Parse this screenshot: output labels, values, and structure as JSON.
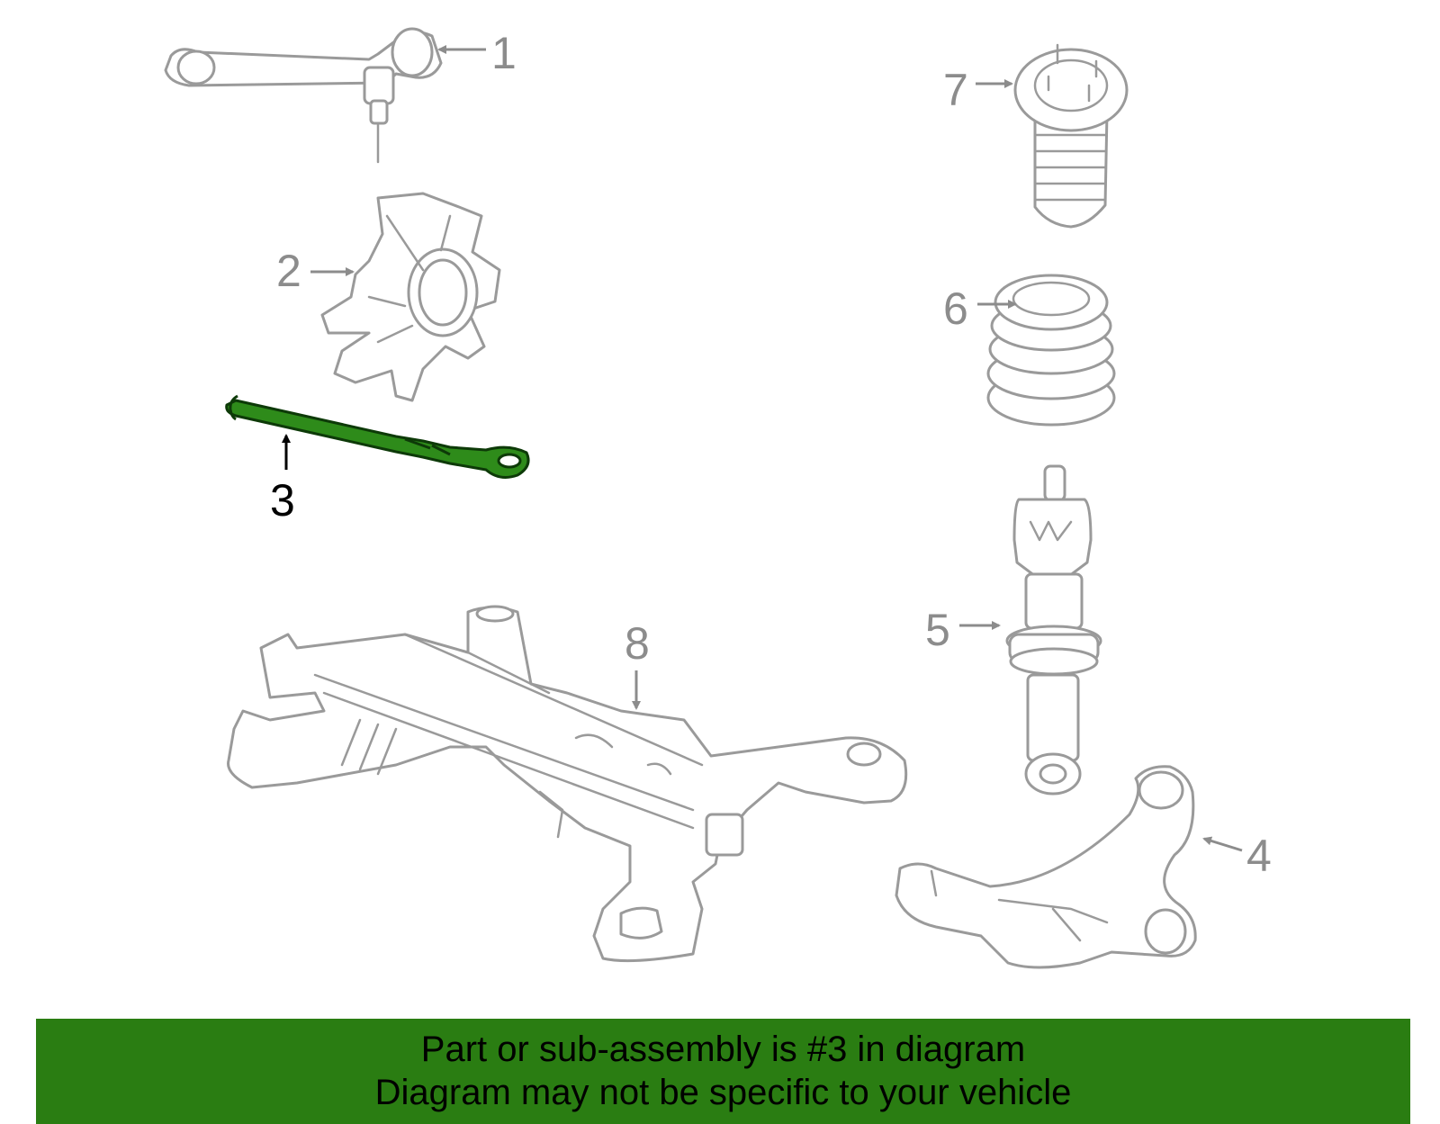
{
  "diagram": {
    "callouts": [
      {
        "id": 1,
        "label": "1"
      },
      {
        "id": 2,
        "label": "2"
      },
      {
        "id": 3,
        "label": "3"
      },
      {
        "id": 4,
        "label": "4"
      },
      {
        "id": 5,
        "label": "5"
      },
      {
        "id": 6,
        "label": "6"
      },
      {
        "id": 7,
        "label": "7"
      },
      {
        "id": 8,
        "label": "8"
      }
    ],
    "highlighted_part": 3,
    "colors": {
      "highlight": "#2e8b1a",
      "banner": "#2a7d12",
      "line_art": "#9a9a9a"
    }
  },
  "banner": {
    "line1": "Part or sub-assembly is #3 in diagram",
    "line2": "Diagram may not be specific to your vehicle"
  }
}
